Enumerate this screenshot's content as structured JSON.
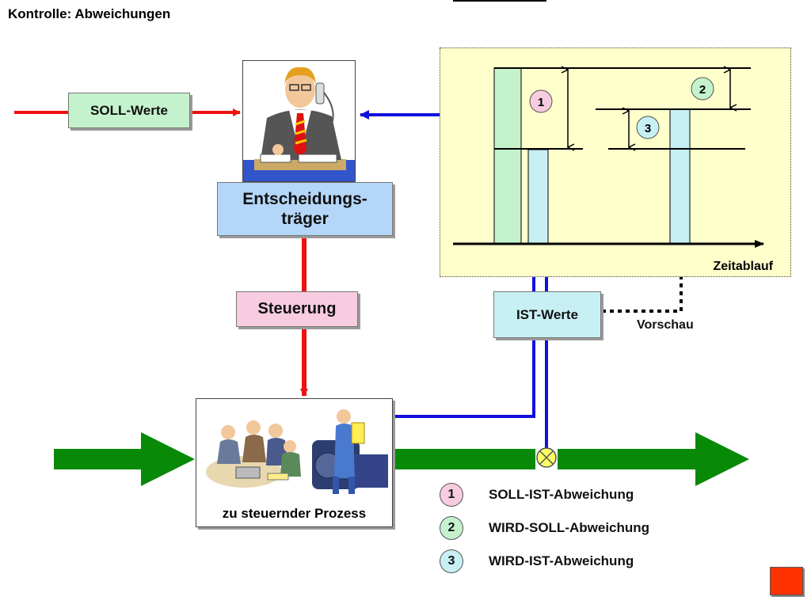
{
  "page": {
    "title": "Kontrolle: Abweichungen"
  },
  "boxes": {
    "soll_werte": "SOLL-Werte",
    "entscheidungstraeger_line1": "Entscheidungs-",
    "entscheidungstraeger_line2": "träger",
    "steuerung": "Steuerung",
    "ist_werte": "IST-Werte",
    "prozess": "zu steuernder Prozess"
  },
  "chart": {
    "axis_label": "Zeitablauf",
    "markers": [
      "1",
      "2",
      "3"
    ]
  },
  "vorschau": "Vorschau",
  "legend": [
    {
      "num": "1",
      "text": "SOLL-IST-Abweichung",
      "color": "#f8cce0"
    },
    {
      "num": "2",
      "text": "WIRD-SOLL-Abweichung",
      "color": "#c4f2cc"
    },
    {
      "num": "3",
      "text": "WIRD-IST-Abweichung",
      "color": "#c8f0f4"
    }
  ],
  "colors": {
    "red_arrow": "#ee1111",
    "blue_arrow": "#1111dd",
    "green_arrow": "#088a08",
    "chart_bg": "#ffffcc",
    "bar_green": "#c4f2cc",
    "bar_cyan": "#c8f0f4"
  }
}
